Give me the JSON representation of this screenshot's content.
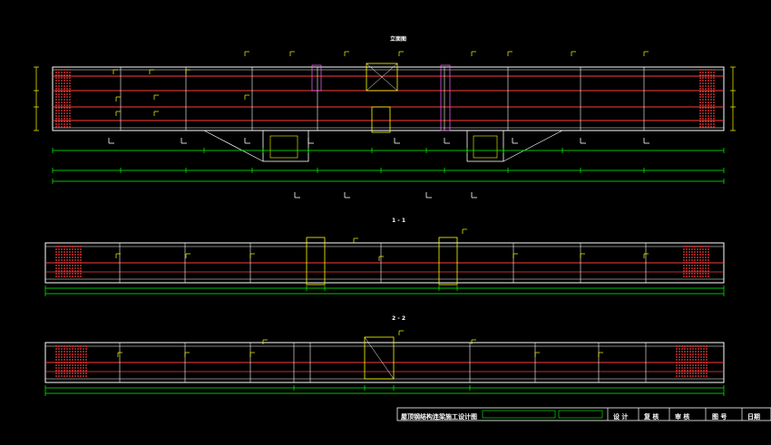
{
  "drawing": {
    "views": [
      {
        "key": "elevation",
        "title": "立面图"
      },
      {
        "key": "section_1",
        "title": "1 - 1"
      },
      {
        "key": "section_2",
        "title": "2 - 2"
      }
    ],
    "title_block": {
      "project_title": "屋顶钢结构连梁施工设计图",
      "cells": [
        "设 计",
        "复 核",
        "审 核",
        "图 号",
        "日期"
      ]
    },
    "colors": {
      "background": "#000000",
      "outline": "#ffffff",
      "rebar": "#ff3b3b",
      "dimension": "#00ff00",
      "leader": "#ffff00",
      "stirrup_detail": "#ff66ff",
      "title_text": "#00ffff"
    }
  }
}
